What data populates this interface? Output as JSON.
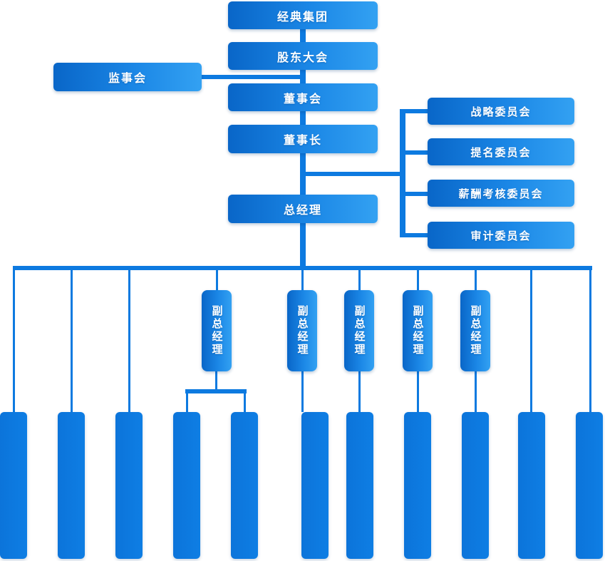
{
  "chart_title": "",
  "colors": {
    "box_gradient_start": "#0966c8",
    "box_gradient_end": "#33a1f2",
    "department_fill": "#0d7ae0",
    "connector": "#0d7ae0",
    "text": "#ffffff",
    "background": "#ffffff"
  },
  "nodes": {
    "root": {
      "label": "经典集团"
    },
    "shareholders": {
      "label": "股东大会"
    },
    "supervisory": {
      "label": "监事会"
    },
    "board": {
      "label": "董事会"
    },
    "chairman": {
      "label": "董事长"
    },
    "general_manager": {
      "label": "总经理"
    },
    "committees": [
      {
        "label": "战略委员会"
      },
      {
        "label": "提名委员会"
      },
      {
        "label": "薪酬考核委员会"
      },
      {
        "label": "审计委员会"
      }
    ],
    "vice_general_managers": [
      {
        "label": "副总经理"
      },
      {
        "label": "副总经理"
      },
      {
        "label": "副总经理"
      },
      {
        "label": "副总经理"
      },
      {
        "label": "副总经理"
      }
    ],
    "departments": [
      {
        "label": ""
      },
      {
        "label": ""
      },
      {
        "label": ""
      },
      {
        "label": ""
      },
      {
        "label": ""
      },
      {
        "label": ""
      },
      {
        "label": ""
      },
      {
        "label": ""
      },
      {
        "label": ""
      },
      {
        "label": ""
      },
      {
        "label": ""
      }
    ]
  }
}
